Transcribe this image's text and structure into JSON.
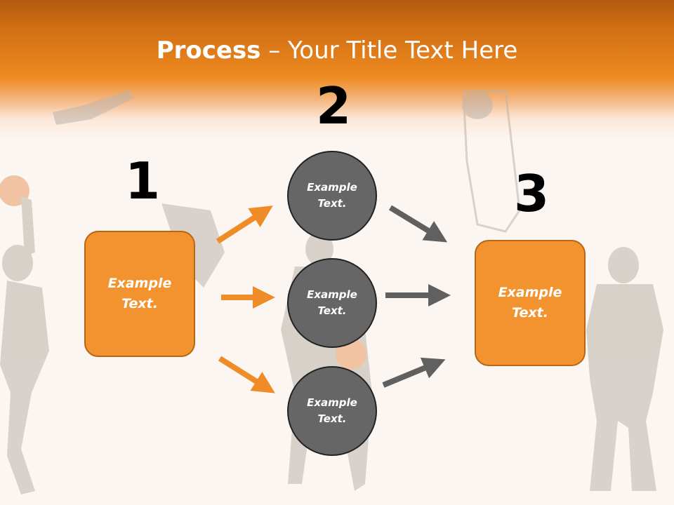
{
  "slide": {
    "title_bold": "Process",
    "title_rest": " – Your Title Text Here"
  },
  "steps": {
    "num1": "1",
    "num2": "2",
    "num3": "3"
  },
  "boxes": {
    "left": "Example Text.",
    "right": "Example Text."
  },
  "circles": [
    {
      "text": "Example Text."
    },
    {
      "text": "Example Text."
    },
    {
      "text": "Example Text."
    }
  ],
  "colors": {
    "header_orange": "#ee8a20",
    "box_fill": "#f39330",
    "circle_fill": "#666666",
    "orange_arrow": "#f08c28",
    "gray_arrow": "#606060"
  }
}
